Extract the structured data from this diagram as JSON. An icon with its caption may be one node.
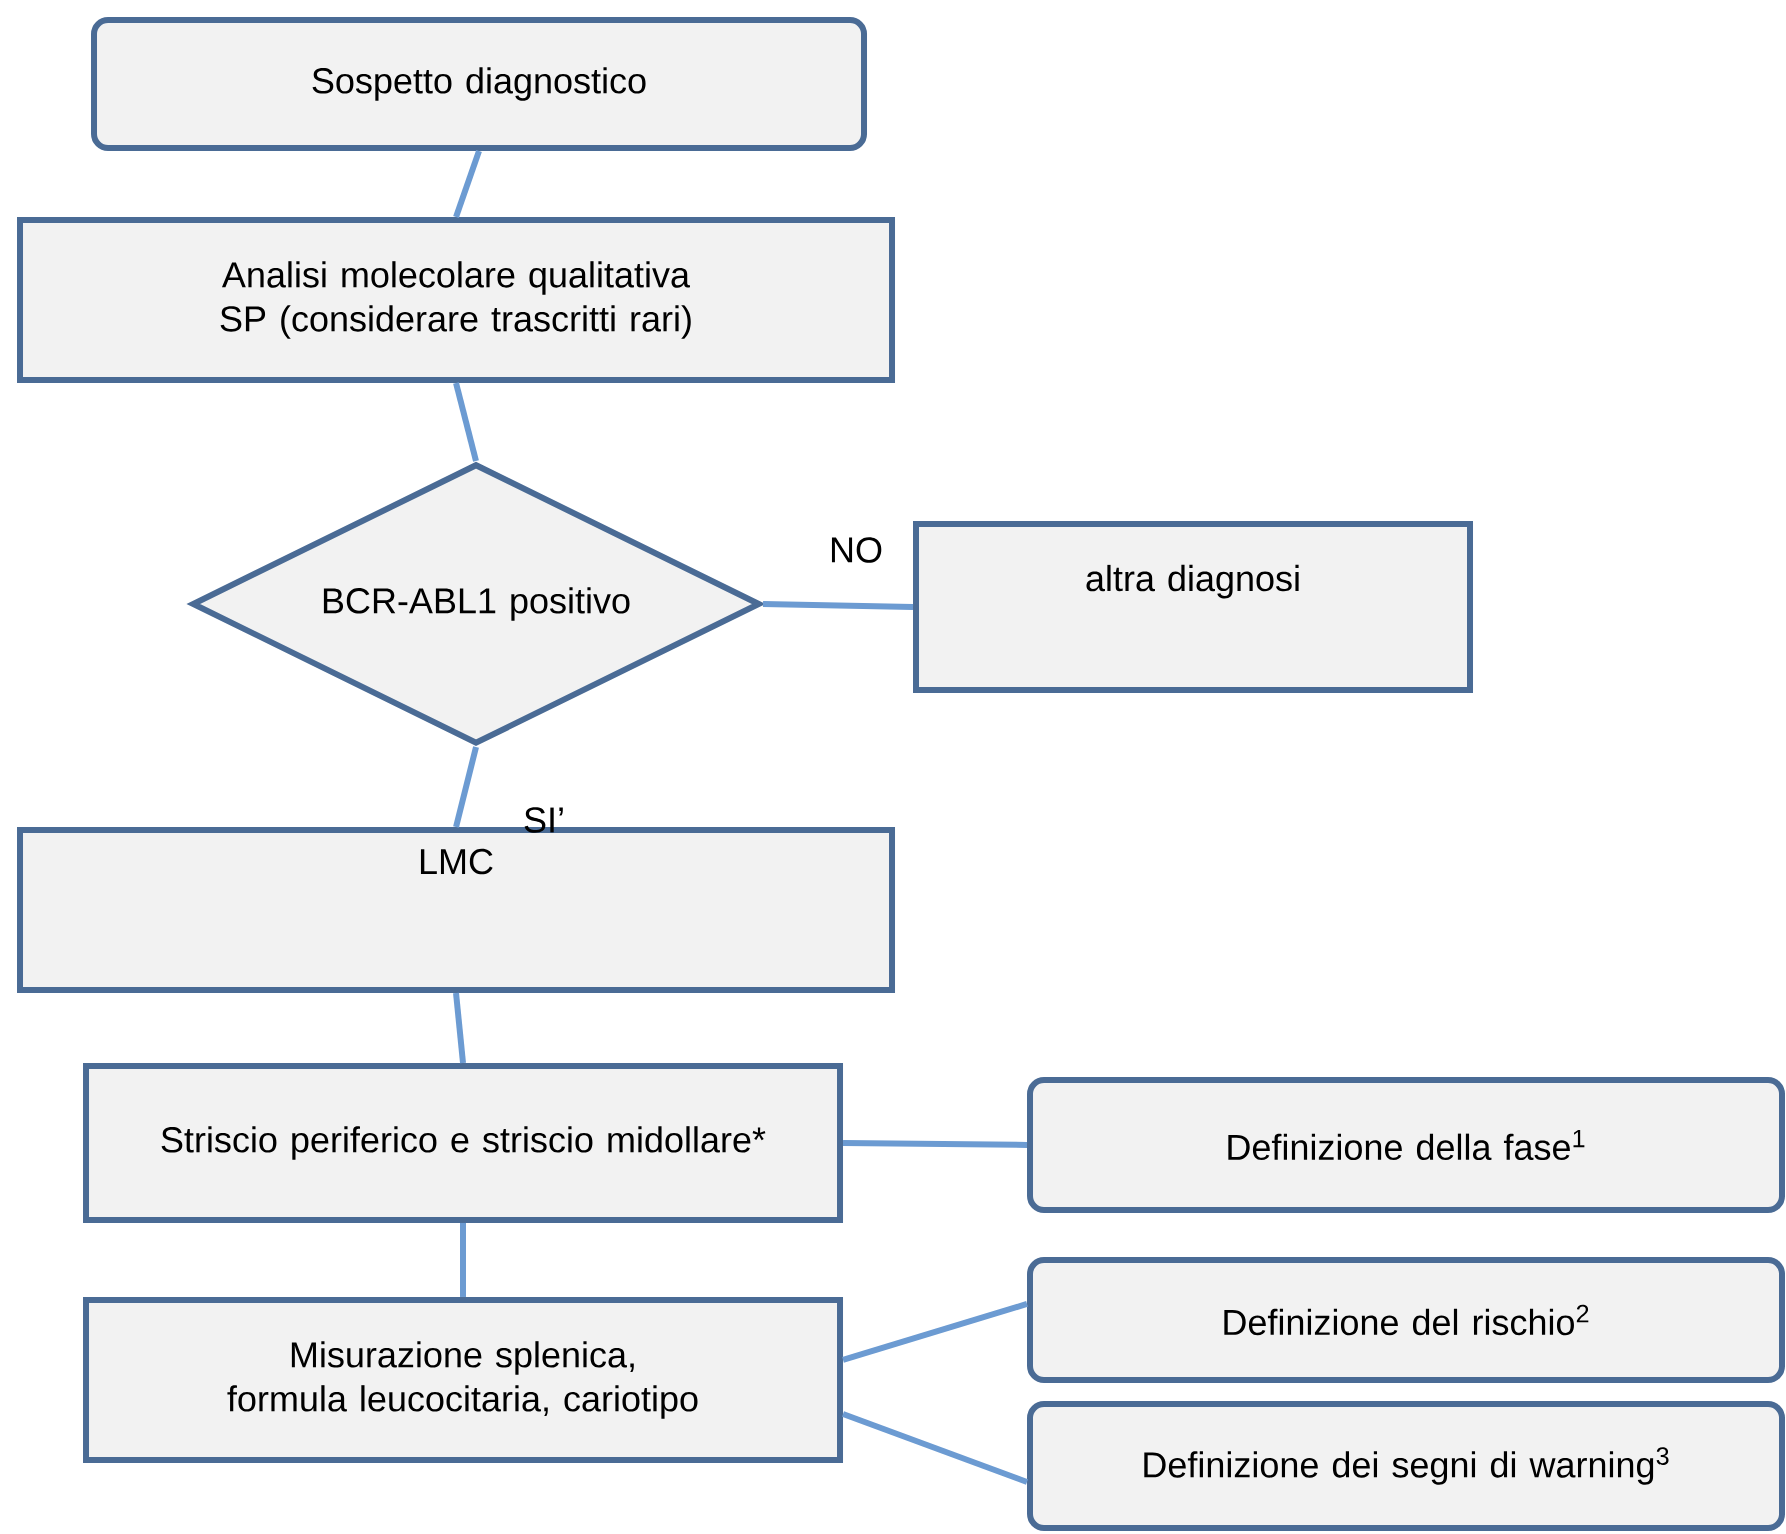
{
  "diagram": {
    "nodes": [
      {
        "text": [
          "Sospetto diagnostico"
        ]
      },
      {
        "text": [
          "Analisi molecolare qualitativa SP (considerare trascritti rari)"
        ]
      },
      {
        "text": [
          "BCR-ABL1 positivo"
        ]
      },
      {
        "text": [
          "altra diagnosi"
        ]
      },
      {
        "text": [
          "LMC"
        ]
      },
      {
        "text": [
          "Striscio periferico e striscio midollare*"
        ]
      },
      {
        "text": [
          "Misurazione splenica, formula leucocitaria, cariotipo"
        ]
      },
      {
        "text": [
          "Definizione della fase$^{1}$"
        ]
      },
      {
        "text": [
          "Definizione del rischio$^{2}$"
        ]
      },
      {
        "text": [
          "Definizione dei segni di warning$^{3}$"
        ]
      }
    ],
    "edges": [
      {
        "from": 0,
        "to": 1,
        "arrow": "none"
      },
      {
        "from": 1,
        "to": 2,
        "arrow": "none"
      },
      {
        "from": 2,
        "to": 3,
        "arrow": "none",
        "label": "NO"
      },
      {
        "from": 2,
        "to": 4,
        "arrow": "none",
        "label": "SI’"
      },
      {
        "from": 4,
        "to": 5,
        "arrow": "none"
      },
      {
        "from": 5,
        "to": 7,
        "arrow": "none"
      },
      {
        "from": 5,
        "to": 6,
        "arrow": "none"
      },
      {
        "from": 6,
        "to": 8,
        "arrow": "none"
      },
      {
        "from": 6,
        "to": 9,
        "arrow": "none"
      }
    ]
  }
}
